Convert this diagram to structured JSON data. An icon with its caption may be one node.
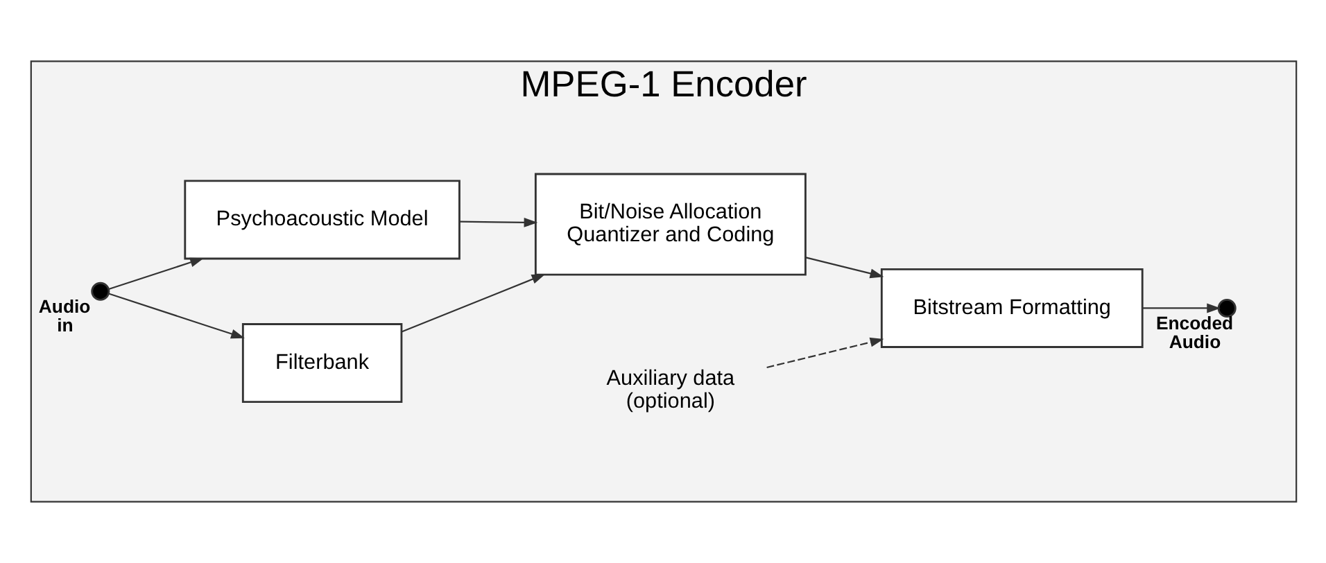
{
  "diagram": {
    "nodes": [
      {
        "text": [
          "MPEG-1 Encoder"
        ]
      },
      {
        "text": [],
        "shape": "circle",
        "beside": [
          "Audio in"
        ],
        "in": 0
      },
      {
        "text": [
          "Filterbank"
        ],
        "in": 0
      },
      {
        "text": [
          "Bit/Noise Allocation Quantizer and Coding"
        ],
        "in": 0
      },
      {
        "text": [
          "Bitstream Formatting"
        ],
        "in": 0
      },
      {
        "text": [],
        "shape": "circle",
        "beside": [
          "Encoded Audio"
        ],
        "in": 0
      },
      {
        "text": [
          "Psychoacoustic Model"
        ],
        "in": 0
      },
      {
        "text": [
          "Auxiliary data (optional)"
        ],
        "in": 0
      }
    ],
    "edges": [
      {
        "from": 1,
        "to": 2,
        "arrow": "to"
      },
      {
        "from": 1,
        "to": 6,
        "arrow": "to"
      },
      {
        "from": 2,
        "to": 3,
        "arrow": "to"
      },
      {
        "from": 6,
        "to": 3,
        "arrow": "to"
      },
      {
        "from": 3,
        "to": 4,
        "arrow": "to"
      },
      {
        "from": 7,
        "to": 4,
        "arrow": "to",
        "style": "dashed"
      },
      {
        "from": 4,
        "to": 5,
        "arrow": "to"
      }
    ]
  }
}
